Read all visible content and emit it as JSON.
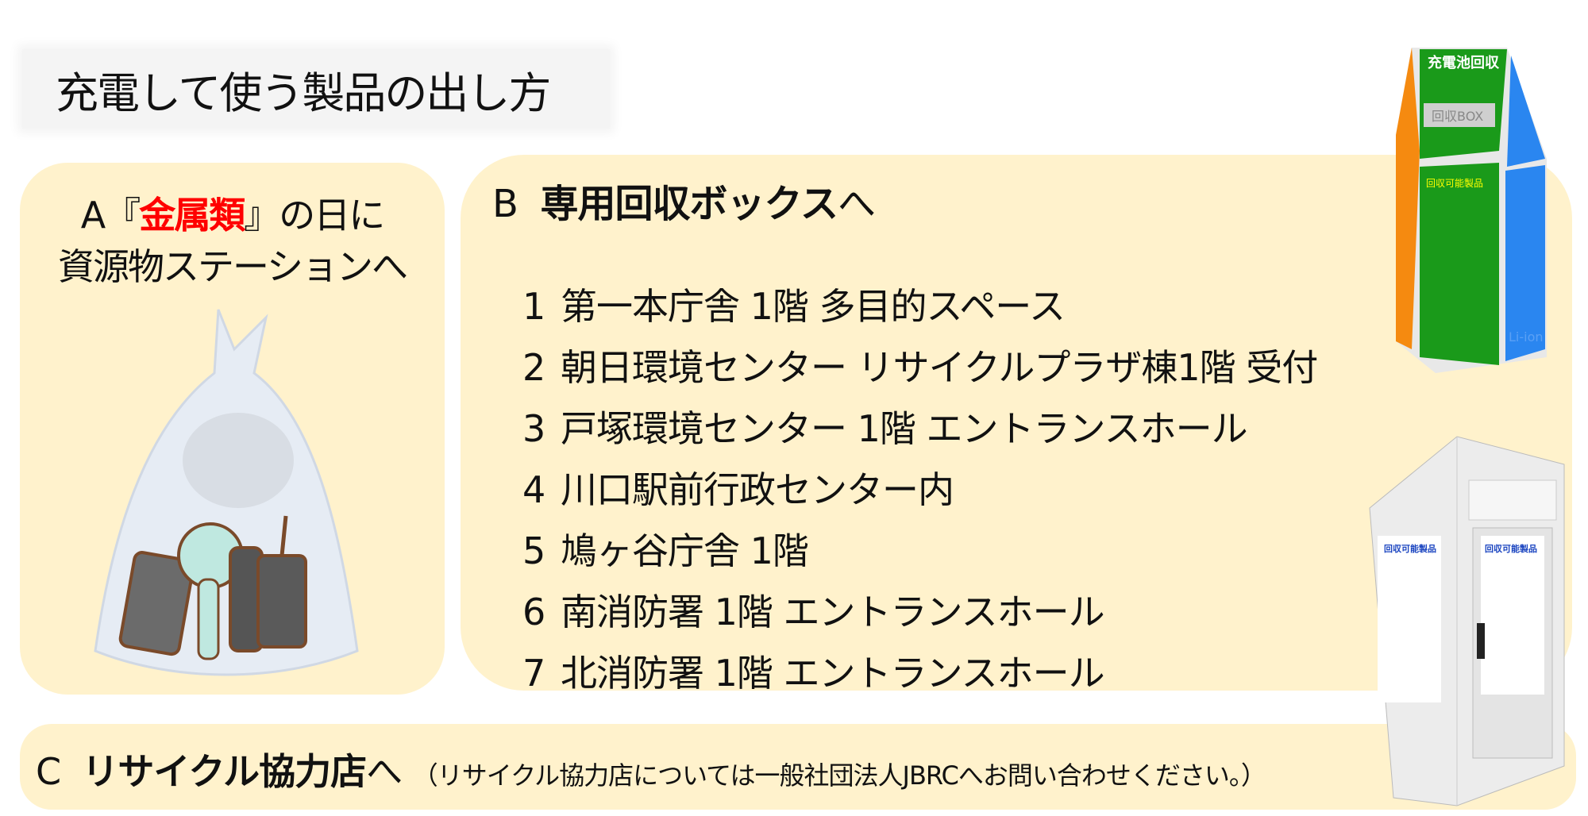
{
  "title": "充電して使う製品の出し方",
  "section_a": {
    "line1_prefix": "A『",
    "line1_bold": "金属類",
    "line1_suffix": "』の日に",
    "line2": "資源物ステーションへ"
  },
  "section_b": {
    "letter": "B",
    "heading_bold": "専用回収ボックス",
    "heading_suffix": "へ",
    "locations": [
      {
        "num": "1",
        "text": "第一本庁舎 1階 多目的スペース"
      },
      {
        "num": "2",
        "text": "朝日環境センター リサイクルプラザ棟1階 受付"
      },
      {
        "num": "3",
        "text": "戸塚環境センター 1階 エントランスホール"
      },
      {
        "num": "4",
        "text": "川口駅前行政センター内"
      },
      {
        "num": "5",
        "text": "鳩ヶ谷庁舎 1階"
      },
      {
        "num": "6",
        "text": "南消防署 1階 エントランスホール"
      },
      {
        "num": "7",
        "text": "北消防署 1階 エントランスホール"
      }
    ]
  },
  "section_c": {
    "letter": "C",
    "heading_bold": "リサイクル協力店",
    "heading_suffix": "へ",
    "note": "（リサイクル協力店については一般社団法人JBRCへお問い合わせください。）"
  },
  "box_photo_top": {
    "label": "充電池回収",
    "box_label": "回収BOX",
    "side_label": "Li-ion",
    "products_title": "回収可能製品"
  },
  "box_photo_bottom": {
    "label": "回収可能製品"
  },
  "colors": {
    "panel": "#fff2cc",
    "accent_red": "#ff0000",
    "box_green": "#1a9a1a",
    "box_blue": "#2a86f0",
    "box_orange": "#f58a10"
  }
}
